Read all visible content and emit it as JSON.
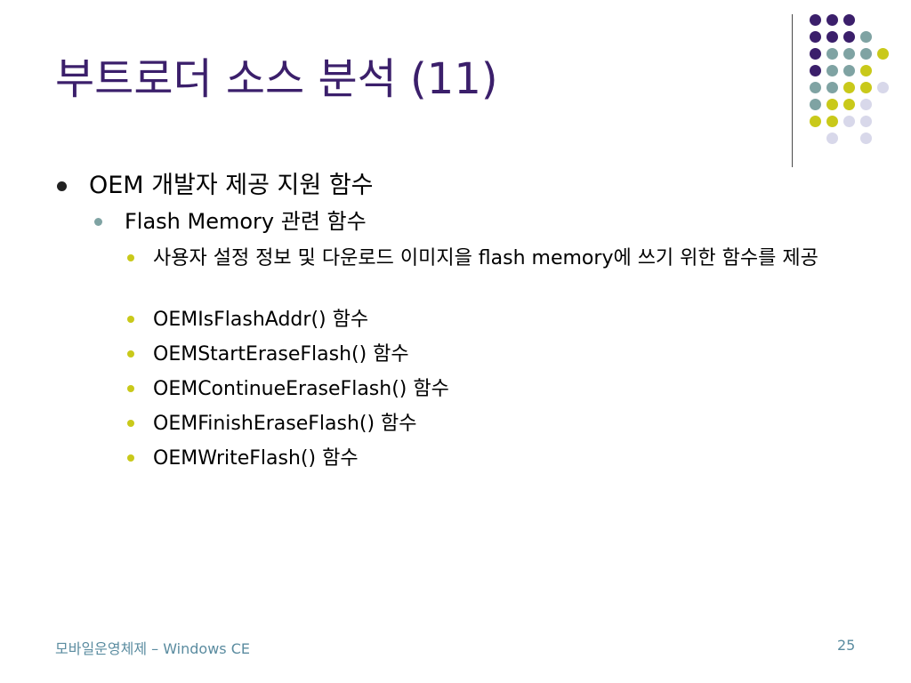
{
  "slide": {
    "title": "부트로더 소스 분석 (11)",
    "bullets": {
      "level1": "OEM 개발자 제공 지원 함수",
      "level2": "Flash Memory 관련 함수",
      "level3": [
        "사용자 설정 정보 및 다운로드 이미지을 flash memory에 쓰기 위한 함수를 제공",
        "OEMIsFlashAddr() 함수",
        "OEMStartEraseFlash() 함수",
        "OEMContinueEraseFlash() 함수",
        "OEMFinishEraseFlash() 함수",
        "OEMWriteFlash() 함수"
      ]
    },
    "footer": {
      "left": "모바일운영체제 – Windows CE",
      "page_number": "25"
    }
  },
  "colors": {
    "title": "#3b1f6b",
    "dot_purple": "#3b1f6b",
    "dot_teal": "#7fa3a3",
    "dot_yellow": "#c9c91a",
    "dot_lavender": "#d8d8ea",
    "footer": "#5b8ca0"
  }
}
